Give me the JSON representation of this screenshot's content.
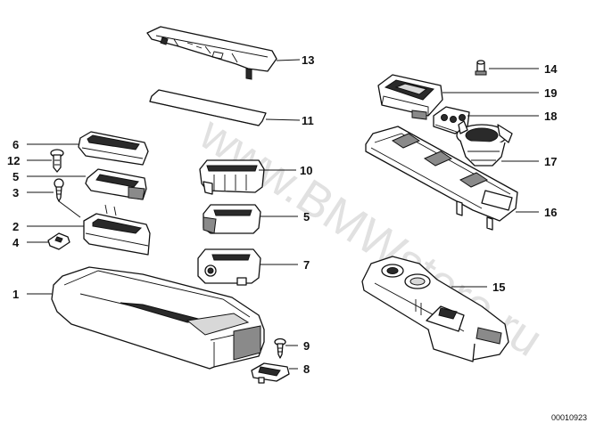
{
  "labels": [
    {
      "id": "13",
      "text": "13"
    },
    {
      "id": "11",
      "text": "11"
    },
    {
      "id": "6",
      "text": "6"
    },
    {
      "id": "12",
      "text": "12"
    },
    {
      "id": "5a",
      "text": "5"
    },
    {
      "id": "3",
      "text": "3"
    },
    {
      "id": "2",
      "text": "2"
    },
    {
      "id": "4",
      "text": "4"
    },
    {
      "id": "1",
      "text": "1"
    },
    {
      "id": "10",
      "text": "10"
    },
    {
      "id": "5b",
      "text": "5"
    },
    {
      "id": "7",
      "text": "7"
    },
    {
      "id": "9",
      "text": "9"
    },
    {
      "id": "8",
      "text": "8"
    },
    {
      "id": "14",
      "text": "14"
    },
    {
      "id": "19",
      "text": "19"
    },
    {
      "id": "18",
      "text": "18"
    },
    {
      "id": "17",
      "text": "17"
    },
    {
      "id": "16",
      "text": "16"
    },
    {
      "id": "15",
      "text": "15"
    }
  ],
  "watermark": "www.BMWstore.ru",
  "drawing_code": "00010923"
}
